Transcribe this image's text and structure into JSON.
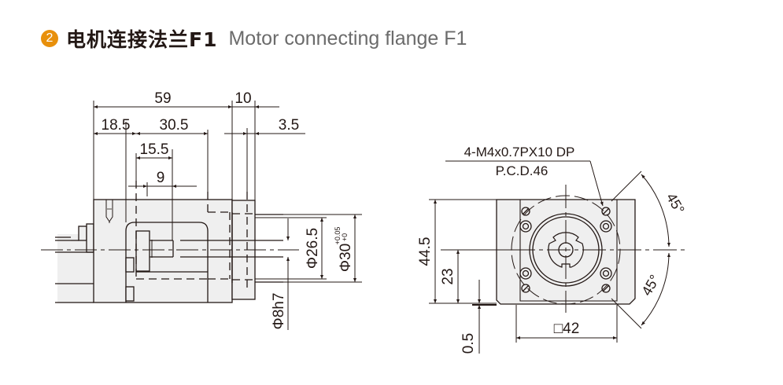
{
  "header": {
    "number": "2",
    "title_cn": "电机连接法兰F1",
    "title_en": "Motor connecting flange F1",
    "accent_color": "#e8900c"
  },
  "side_view": {
    "dim_overall": "59",
    "dim_flange": "10",
    "dim_left": "18.5",
    "dim_body": "30.5",
    "dim_offset": "3.5",
    "dim_pocket": "15.5",
    "dim_coupling": "9",
    "dia_bore": "Φ26.5",
    "dia_pilot": "Φ30",
    "dia_pilot_tol_upper": "+0.05",
    "dia_pilot_tol_lower": "+0",
    "dia_shaft": "Φ8h7"
  },
  "front_view": {
    "thread_spec": "4-M4x0.7PX10 DP",
    "pcd": "P.C.D.46",
    "angle_top": "45°",
    "angle_bottom": "45°",
    "height_total": "44.5",
    "height_center": "23",
    "gap": "0.5",
    "square": "□42"
  },
  "colors": {
    "line": "#231815",
    "fill": "#efefef"
  }
}
